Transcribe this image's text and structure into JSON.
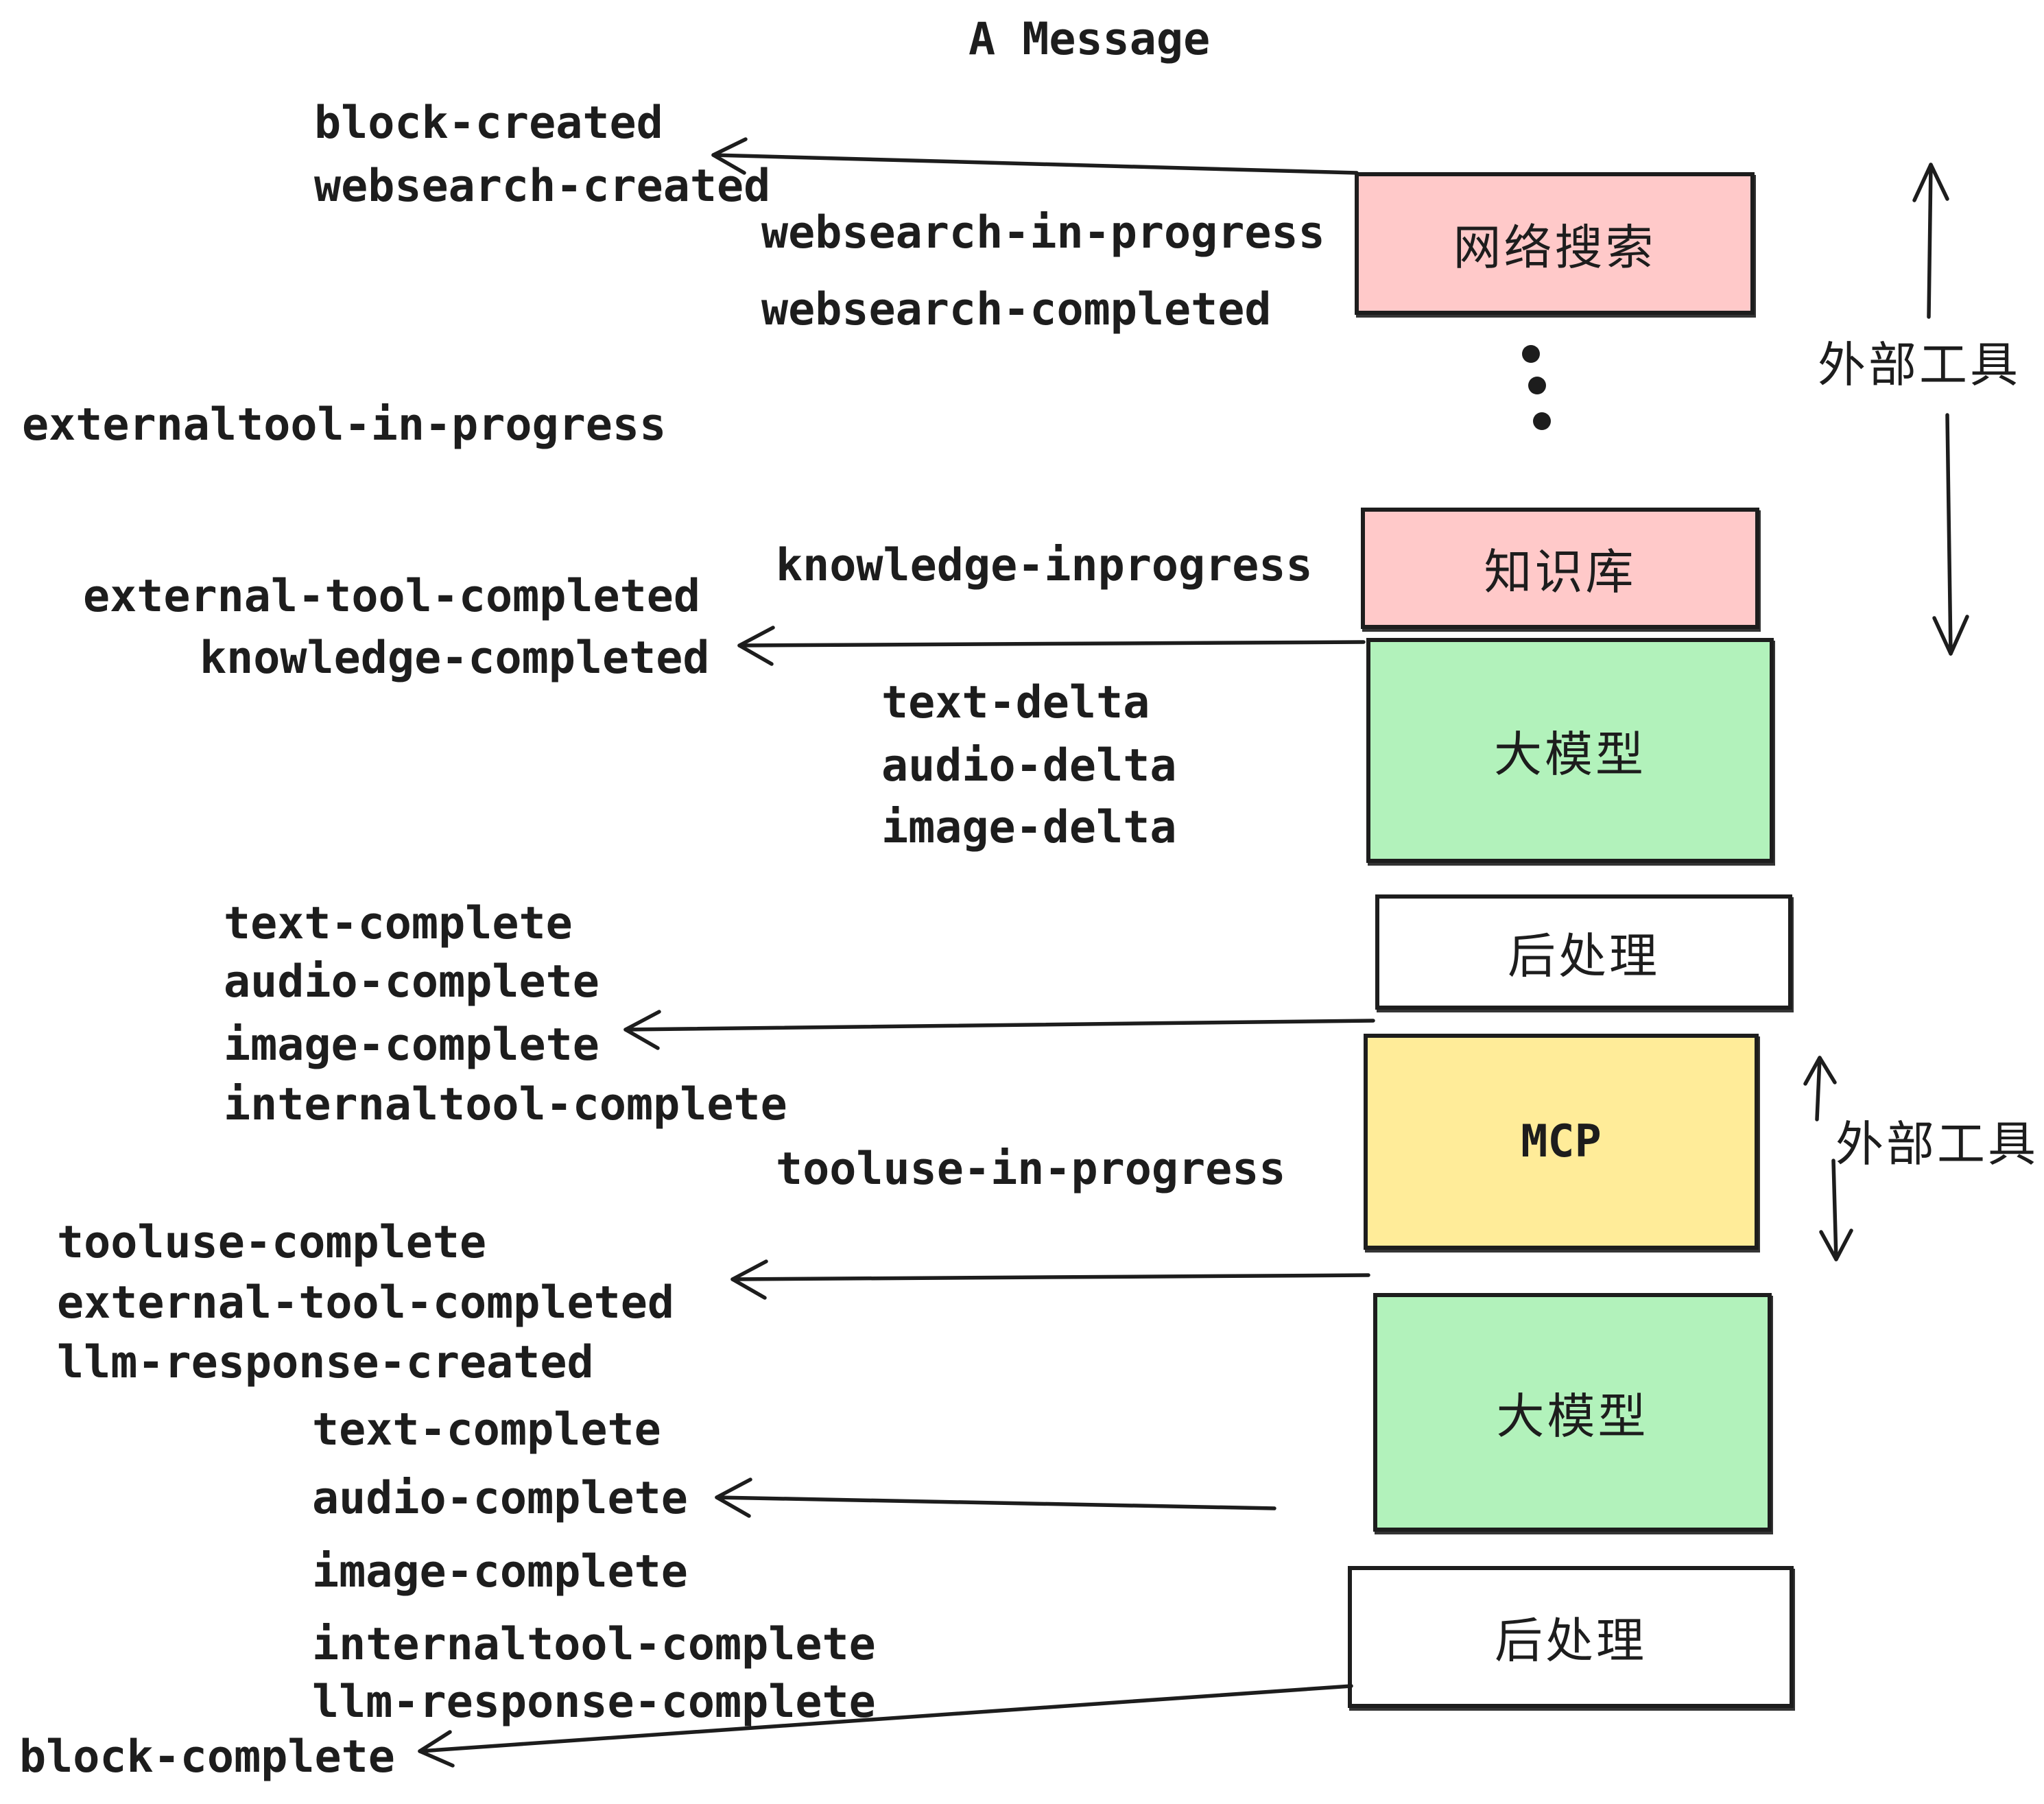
{
  "title": "A Message",
  "colors": {
    "pink": "#ffc9c9",
    "green": "#b2f2bb",
    "yellow": "#ffec99",
    "white": "#ffffff",
    "ink": "#1d1d1d"
  },
  "boxes": {
    "websearch": {
      "label": "网络搜索"
    },
    "knowledge": {
      "label": "知识库"
    },
    "llm1": {
      "label": "大模型"
    },
    "post1": {
      "label": "后处理"
    },
    "mcp": {
      "label": "MCP"
    },
    "llm2": {
      "label": "大模型"
    },
    "post2": {
      "label": "后处理"
    }
  },
  "side_labels": {
    "external_tools_1": "外部工具",
    "external_tools_2": "外部工具"
  },
  "events": {
    "block_created": "block-created",
    "websearch_created": "websearch-created",
    "websearch_in_progress": "websearch-in-progress",
    "websearch_completed": "websearch-completed",
    "externaltool_in_progress": "externaltool-in-progress",
    "knowledge_inprogress": "knowledge-inprogress",
    "external_tool_completed_1": "external-tool-completed",
    "knowledge_completed": "knowledge-completed",
    "text_delta_1": "text-delta",
    "audio_delta_1": "audio-delta",
    "image_delta_1": "image-delta",
    "text_complete_1": "text-complete",
    "audio_complete_1": "audio-complete",
    "image_complete_1": "image-complete",
    "internaltool_complete_1": "internaltool-complete",
    "tooluse_in_progress": "tooluse-in-progress",
    "tooluse_complete": "tooluse-complete",
    "external_tool_completed_2": "external-tool-completed",
    "llm_response_created": "llm-response-created",
    "text_complete_2": "text-complete",
    "audio_complete_2": "audio-complete",
    "image_complete_2": "image-complete",
    "internaltool_complete_2": "internaltool-complete",
    "llm_response_complete": "llm-response-complete",
    "block_complete": "block-complete"
  }
}
